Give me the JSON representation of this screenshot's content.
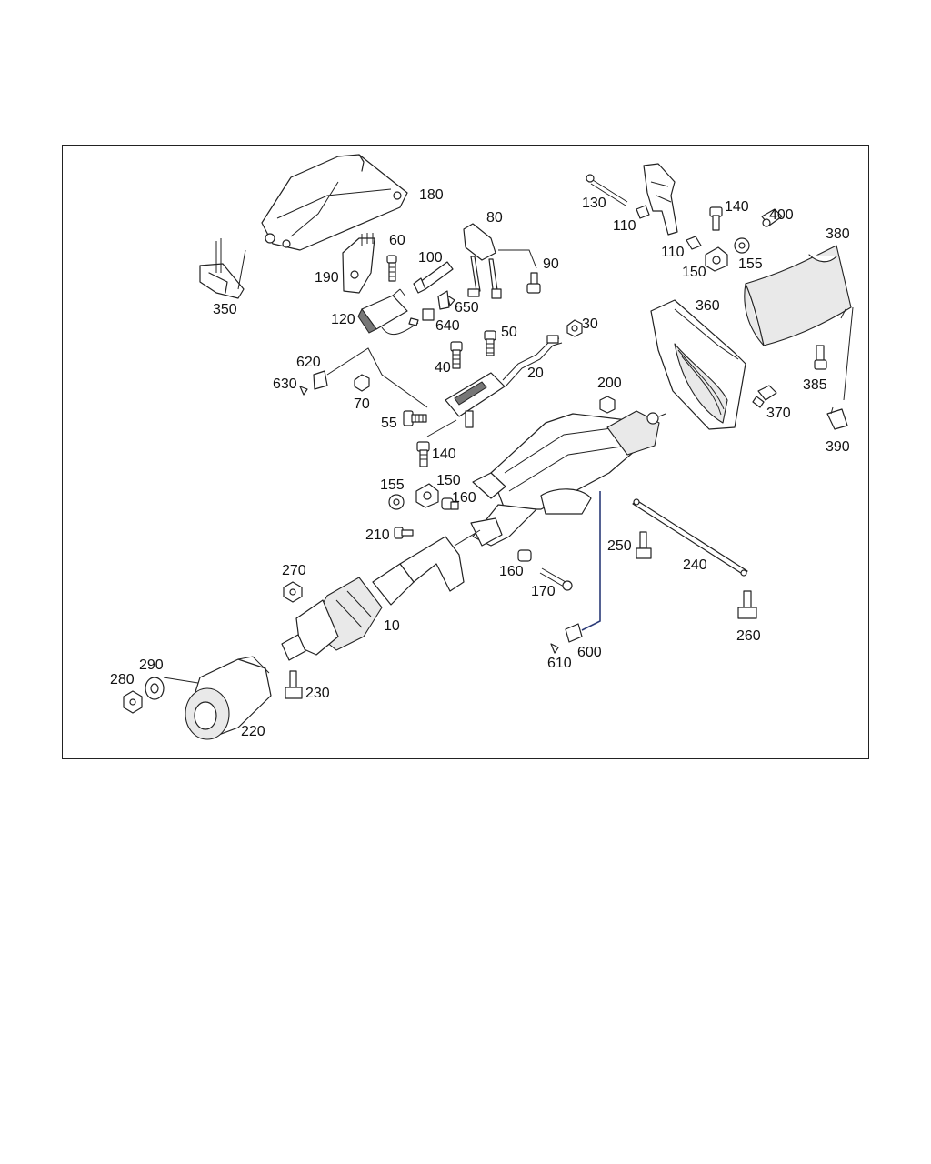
{
  "diagram": {
    "labels": [
      {
        "id": "180",
        "text": "180"
      },
      {
        "id": "80",
        "text": "80"
      },
      {
        "id": "130",
        "text": "130"
      },
      {
        "id": "140a",
        "text": "140"
      },
      {
        "id": "400",
        "text": "400"
      },
      {
        "id": "380",
        "text": "380"
      },
      {
        "id": "110a",
        "text": "110"
      },
      {
        "id": "60",
        "text": "60"
      },
      {
        "id": "100",
        "text": "100"
      },
      {
        "id": "90",
        "text": "90"
      },
      {
        "id": "110b",
        "text": "110"
      },
      {
        "id": "150a",
        "text": "150"
      },
      {
        "id": "155a",
        "text": "155"
      },
      {
        "id": "190",
        "text": "190"
      },
      {
        "id": "650",
        "text": "650"
      },
      {
        "id": "350",
        "text": "350"
      },
      {
        "id": "120",
        "text": "120"
      },
      {
        "id": "640",
        "text": "640"
      },
      {
        "id": "360",
        "text": "360"
      },
      {
        "id": "30",
        "text": "30"
      },
      {
        "id": "50",
        "text": "50"
      },
      {
        "id": "620",
        "text": "620"
      },
      {
        "id": "40",
        "text": "40"
      },
      {
        "id": "20",
        "text": "20"
      },
      {
        "id": "630",
        "text": "630"
      },
      {
        "id": "385",
        "text": "385"
      },
      {
        "id": "200",
        "text": "200"
      },
      {
        "id": "70",
        "text": "70"
      },
      {
        "id": "370",
        "text": "370"
      },
      {
        "id": "55",
        "text": "55"
      },
      {
        "id": "390",
        "text": "390"
      },
      {
        "id": "140b",
        "text": "140"
      },
      {
        "id": "155b",
        "text": "155"
      },
      {
        "id": "150b",
        "text": "150"
      },
      {
        "id": "160a",
        "text": "160"
      },
      {
        "id": "210",
        "text": "210"
      },
      {
        "id": "250",
        "text": "250"
      },
      {
        "id": "270",
        "text": "270"
      },
      {
        "id": "240",
        "text": "240"
      },
      {
        "id": "160b",
        "text": "160"
      },
      {
        "id": "170",
        "text": "170"
      },
      {
        "id": "10",
        "text": "10"
      },
      {
        "id": "260",
        "text": "260"
      },
      {
        "id": "600",
        "text": "600"
      },
      {
        "id": "610",
        "text": "610"
      },
      {
        "id": "290",
        "text": "290"
      },
      {
        "id": "280",
        "text": "280"
      },
      {
        "id": "230",
        "text": "230"
      },
      {
        "id": "220",
        "text": "220"
      }
    ]
  }
}
